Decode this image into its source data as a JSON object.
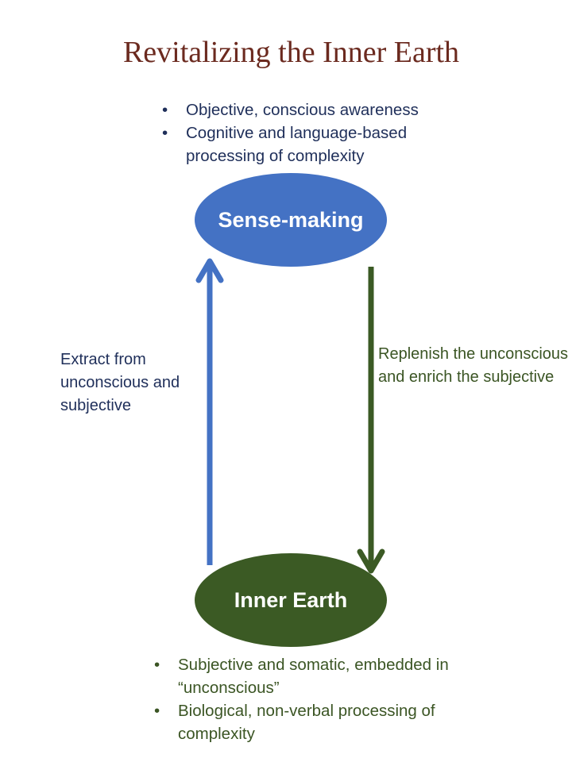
{
  "title": "Revitalizing the Inner Earth",
  "sense_making": {
    "label": "Sense-making",
    "color": "#4472c4",
    "bullets": [
      "Objective, conscious awareness",
      "Cognitive and language-based processing of complexity"
    ]
  },
  "inner_earth": {
    "label": "Inner Earth",
    "color": "#3b5a24",
    "bullets": [
      "Subjective and somatic, embedded in “unconscious”",
      "Biological, non-verbal processing of complexity"
    ]
  },
  "arrow_up_label": "Extract from unconscious and subjective",
  "arrow_down_label": "Replenish the unconscious and enrich the subjective"
}
